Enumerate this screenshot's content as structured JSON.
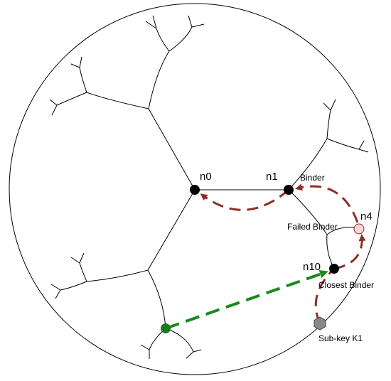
{
  "nodes": {
    "n0": {
      "label": "n0"
    },
    "n1": {
      "label": "n1",
      "role": "Binder"
    },
    "n4": {
      "label": "n4",
      "role": "Failed Binder"
    },
    "n10": {
      "label": "n10",
      "role": "Closest  Binder"
    },
    "subkey": {
      "label": "Sub-key K1"
    }
  },
  "colors": {
    "tree": "#000000",
    "route_red": "#8b2f2a",
    "route_green": "#1b8a1b",
    "failed_node_fill": "#f7d6da",
    "subkey_fill": "#888888",
    "origin_fill": "#1b7a1b"
  }
}
